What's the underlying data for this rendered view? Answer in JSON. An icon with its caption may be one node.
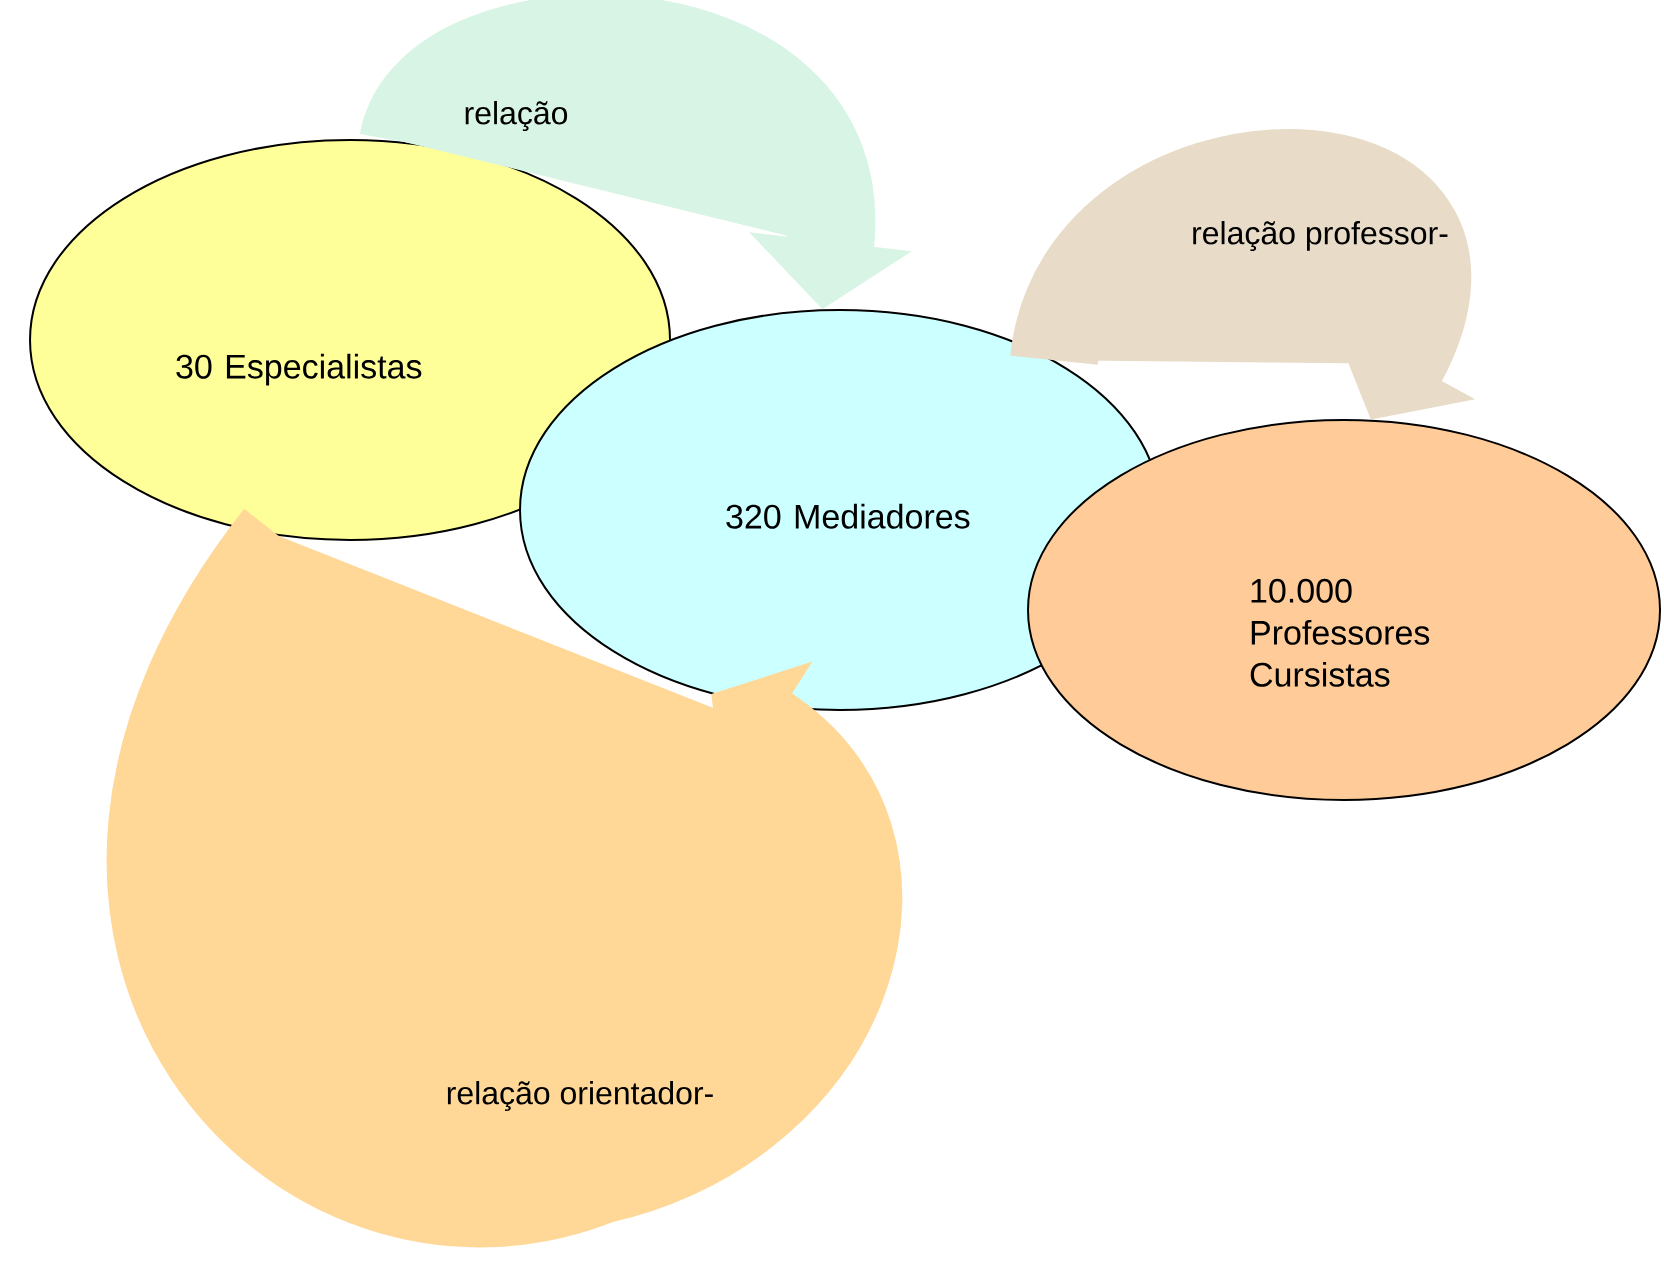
{
  "diagram": {
    "nodes": [
      {
        "text": [
          "30 Especialistas"
        ]
      },
      {
        "text": [
          "320 Mediadores"
        ]
      },
      {
        "text": [
          "10.000 Professores Cursistas"
        ]
      }
    ],
    "edges": [
      {
        "from": 0,
        "to": 1,
        "arrow": "to",
        "label": "relação",
        "color": "#d8f4e4"
      },
      {
        "from": 1,
        "to": 2,
        "arrow": "to",
        "label": "relação professor-",
        "color": "#e8dcc8"
      },
      {
        "from": 0,
        "to": 1,
        "arrow": "to",
        "label": "relação orientador-",
        "color": "#ffd898"
      }
    ]
  }
}
